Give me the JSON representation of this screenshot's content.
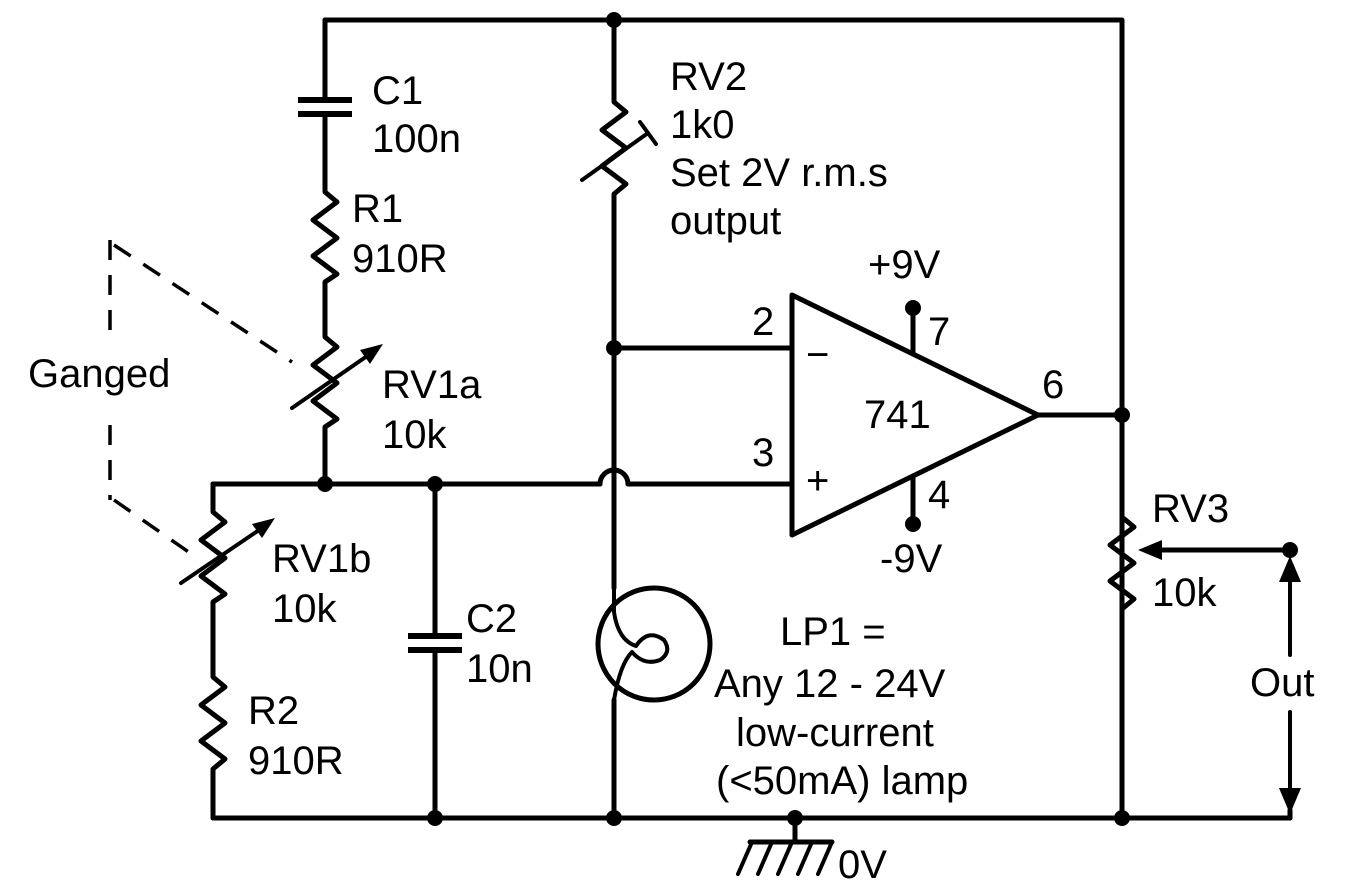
{
  "components": {
    "c1": {
      "ref": "C1",
      "value": "100n"
    },
    "r1": {
      "ref": "R1",
      "value": "910R"
    },
    "rv1a": {
      "ref": "RV1a",
      "value": "10k"
    },
    "rv1b": {
      "ref": "RV1b",
      "value": "10k"
    },
    "r2": {
      "ref": "R2",
      "value": "910R"
    },
    "c2": {
      "ref": "C2",
      "value": "10n"
    },
    "rv2": {
      "ref": "RV2",
      "value": "1k0",
      "note1": "Set 2V r.m.s",
      "note2": "output"
    },
    "rv3": {
      "ref": "RV3",
      "value": "10k"
    },
    "opamp": {
      "part": "741",
      "pin_inv": "2",
      "pin_noninv": "3",
      "pin_out": "6",
      "pin_vpos": "7",
      "pin_vneg": "4",
      "minus": "−",
      "plus": "+"
    },
    "lamp": {
      "line1": "LP1  =",
      "line2": "Any 12 - 24V",
      "line3": "low-current",
      "line4": "(<50mA) lamp"
    }
  },
  "labels": {
    "ganged": "Ganged",
    "vpos": "+9V",
    "vneg": "-9V",
    "ground": "0V",
    "out": "Out"
  }
}
